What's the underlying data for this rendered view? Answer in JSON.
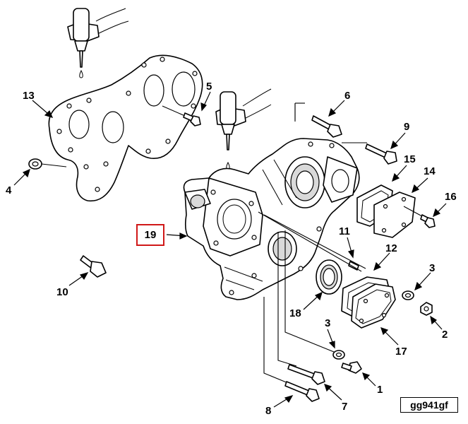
{
  "figure_id": "gg941gf",
  "callouts": {
    "c1": "1",
    "c2": "2",
    "c3a": "3",
    "c3b": "3",
    "c4": "4",
    "c5": "5",
    "c6": "6",
    "c7": "7",
    "c8": "8",
    "c9": "9",
    "c10": "10",
    "c11": "11",
    "c12": "12",
    "c13": "13",
    "c14": "14",
    "c15": "15",
    "c16": "16",
    "c17": "17",
    "c18": "18",
    "c19": "19"
  },
  "highlight_color": "#d01818"
}
